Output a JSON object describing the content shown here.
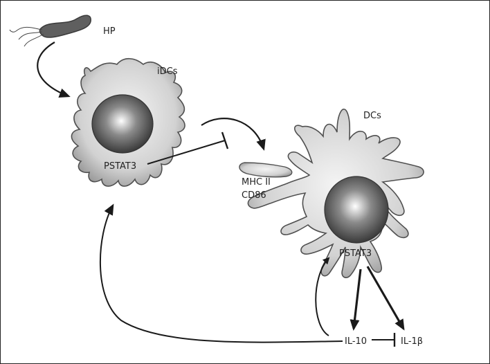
{
  "labels": {
    "hp": "HP",
    "idcs": "iDCs",
    "dcs": "DCs",
    "pstat3_idc": "PSTAT3",
    "pstat3_dc": "PSTAT3",
    "mhc": "MHC II",
    "cd86": "CD86",
    "il10": "IL-10",
    "il1b": "IL-1β"
  },
  "colors": {
    "cell_edge": "#5a5a5a",
    "cell_fill": "#c8c8c8",
    "nucleus_dark": "#3e3e3e",
    "nucleus_light": "#ffffff",
    "arrow": "#1a1a1a",
    "bacterium": "#5f5f5f"
  }
}
